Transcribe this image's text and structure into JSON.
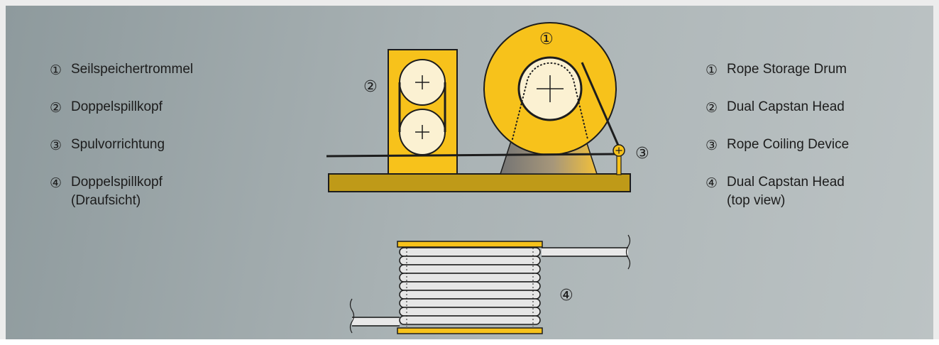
{
  "legend_de": [
    {
      "num": "①",
      "text": "Seilspeichertrommel"
    },
    {
      "num": "②",
      "text": "Doppelspillkopf"
    },
    {
      "num": "③",
      "text": "Spulvorrichtung"
    },
    {
      "num": "④",
      "text": "Doppelspillkopf\n(Draufsicht)"
    }
  ],
  "legend_en": [
    {
      "num": "①",
      "text": "Rope Storage Drum"
    },
    {
      "num": "②",
      "text": "Dual Capstan Head"
    },
    {
      "num": "③",
      "text": "Rope Coiling Device"
    },
    {
      "num": "④",
      "text": "Dual Capstan Head\n(top view)"
    }
  ],
  "callouts": {
    "c1": "①",
    "c2": "②",
    "c3": "③",
    "c4": "④"
  },
  "colors": {
    "yellow": "#f7c21b",
    "base": "#bf9a18",
    "outline": "#1d1d1d",
    "circle_fill": "#fbf1d2",
    "background": "#a9b2b4"
  }
}
